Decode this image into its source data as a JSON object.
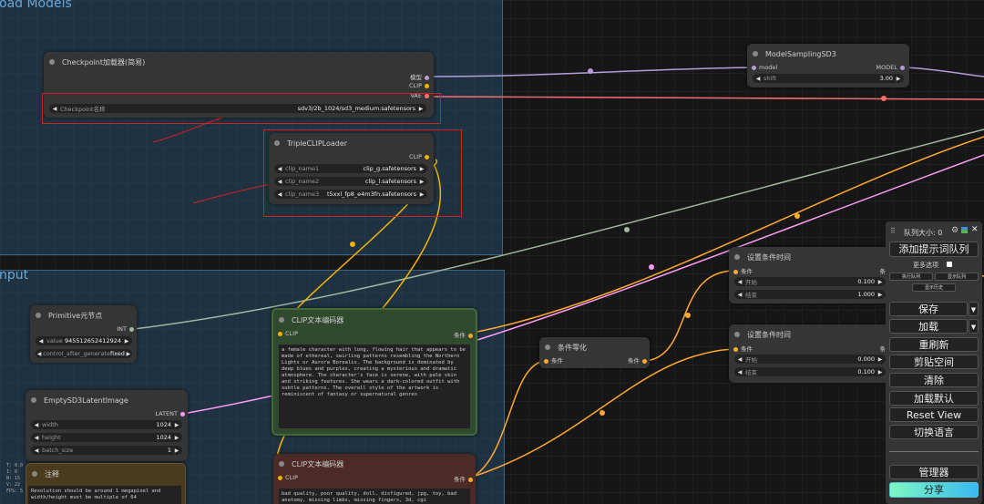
{
  "colors": {
    "clip_link": "#f0b400",
    "vae_link": "#ff6e6e",
    "model_link": "#b39ddb",
    "latent_link": "#ff9cf9",
    "int_link": "#a0b8a0",
    "cond_link": "#ffa931"
  },
  "groups": {
    "load_title": "oad Models",
    "input_title": "nput"
  },
  "checkpoint": {
    "title": "Checkpoint加载器(简易)",
    "out_model": "模型",
    "out_clip": "CLIP",
    "out_vae": "VAE",
    "widget_label": "Checkpoint名称",
    "widget_value": "sdv3/2b_1024/sd3_medium.safetensors"
  },
  "triple": {
    "title": "TripleCLIPLoader",
    "out_clip": "CLIP",
    "w1_label": "clip_name1",
    "w1_value": "clip_g.safetensors",
    "w2_label": "clip_name2",
    "w2_value": "clip_l.safetensors",
    "w3_label": "clip_name3",
    "w3_value": "t5xxl_fp8_e4m3fn.safetensors"
  },
  "sampling": {
    "title": "ModelSamplingSD3",
    "in_model": "model",
    "out_model": "MODEL",
    "shift_label": "shift",
    "shift_value": "3.00"
  },
  "primitive": {
    "title": "Primitive元节点",
    "out_int": "INT",
    "value_label": "value",
    "value_value": "945512652412924",
    "cag_label": "control_after_generate",
    "cag_value": "fixed"
  },
  "clip_pos": {
    "title": "CLIP文本编码器",
    "in_clip": "CLIP",
    "out_cond": "条件",
    "text": "a female character with long, flowing hair that appears to be made of ethereal, swirling patterns resembling the Northern Lights or Aurora Borealis. The background is dominated by deep blues and purples, creating a mysterious and dramatic atmosphere. The character's face is serene, with pale skin and striking features. She wears a dark-colored outfit with subtle patterns. The overall style of the artwork is reminiscent of fantasy or supernatural genres"
  },
  "clip_neg": {
    "title": "CLIP文本编码器",
    "in_clip": "CLIP",
    "out_cond": "条件",
    "text": "bad quality, poor quality, doll, disfigured, jpg, toy, bad anatomy, missing limbs, missing fingers, 3d, cgi"
  },
  "latent": {
    "title": "EmptySD3LatentImage",
    "out_latent": "LATENT",
    "width_label": "width",
    "width_value": "1024",
    "height_label": "height",
    "height_value": "1024",
    "batch_label": "batch_size",
    "batch_value": "1"
  },
  "note": {
    "title": "注释",
    "text": "Resolution should be around 1 megapixel and width/height must be multiple of 64"
  },
  "zero": {
    "title": "条件零化",
    "in_cond": "条件",
    "out_cond": "条件"
  },
  "timestep1": {
    "title": "设置条件时间",
    "in_cond": "条件",
    "out_cond": "条",
    "start_label": "开始",
    "start_value": "0.100",
    "end_label": "结束",
    "end_value": "1.000"
  },
  "timestep2": {
    "title": "设置条件时间",
    "in_cond": "条件",
    "out_cond": "条",
    "start_label": "开始",
    "start_value": "0.000",
    "end_label": "结束",
    "end_value": "0.100"
  },
  "panel": {
    "queue_size": "队列大小: 0",
    "queue_prompt": "添加提示词队列",
    "extra_options": "更多选项",
    "view_queue": "执行队列",
    "view_history": "显示队列",
    "show_history": "显示历史",
    "save": "保存",
    "load": "加载",
    "refresh": "重刷新",
    "clipspace": "剪贴空间",
    "clear": "清除",
    "load_default": "加载默认",
    "reset_view": "Reset View",
    "switch_lang": "切换语言",
    "manager": "管理器",
    "share": "分享"
  },
  "stats": {
    "t": "T: 0.0",
    "i": "I: 0",
    "n": "N: 15",
    "v": "V: 22",
    "fps": "FPS: 5"
  }
}
